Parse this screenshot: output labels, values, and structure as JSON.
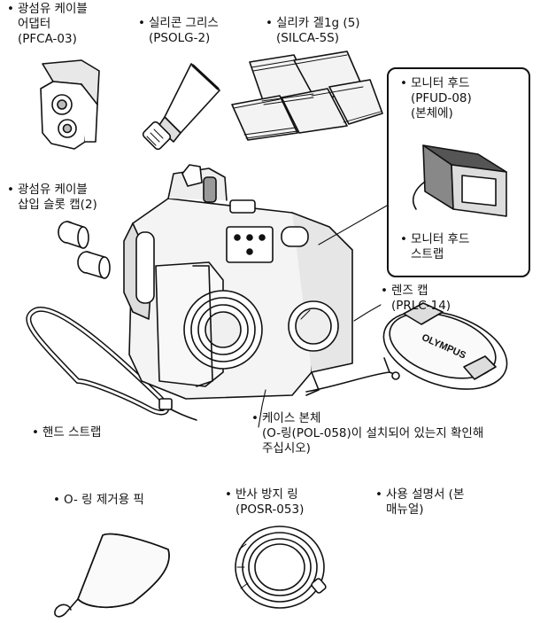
{
  "items": {
    "fiber_adapter": {
      "bullet": "•",
      "line1": "광섬유 케이블",
      "line2": "어댑터",
      "line3": "(PFCA-03)"
    },
    "silicone_grease": {
      "bullet": "•",
      "line1": "실리콘 그리스",
      "line2": "(PSOLG-2)"
    },
    "silica_gel": {
      "bullet": "•",
      "line1": "실리카 겔1g (5)",
      "line2": "(SILCA-5S)"
    },
    "monitor_hood": {
      "bullet": "•",
      "line1": "모니터 후드",
      "line2": "(PFUD-08)",
      "line3": "(본체에)"
    },
    "monitor_hood_strap": {
      "bullet": "•",
      "line1": "모니터 후드",
      "line2": "스트랩"
    },
    "slot_cap": {
      "bullet": "•",
      "line1": "광섬유 케이블",
      "line2": "삽입 슬롯 캡(2)"
    },
    "lens_cap": {
      "bullet": "•",
      "line1": "렌즈 캡",
      "line2": "(PRLC-14)"
    },
    "hand_strap": {
      "bullet": "•",
      "line1": "핸드 스트랩"
    },
    "case_body": {
      "bullet": "•",
      "line1": "케이스 본체",
      "line2": "(O-링(POL-058)이 설치되어 있는지 확인해",
      "line3": "주십시오)"
    },
    "oring_pick": {
      "bullet": "•",
      "line1": "O- 링 제거용 픽"
    },
    "anti_reflection_ring": {
      "bullet": "•",
      "line1": "반사 방지 링",
      "line2": "(POSR-053)"
    },
    "manual": {
      "bullet": "•",
      "line1": "사용 설명서 (본",
      "line2": "매뉴얼)"
    }
  },
  "lens_cap_logo": "OLYMPUS"
}
